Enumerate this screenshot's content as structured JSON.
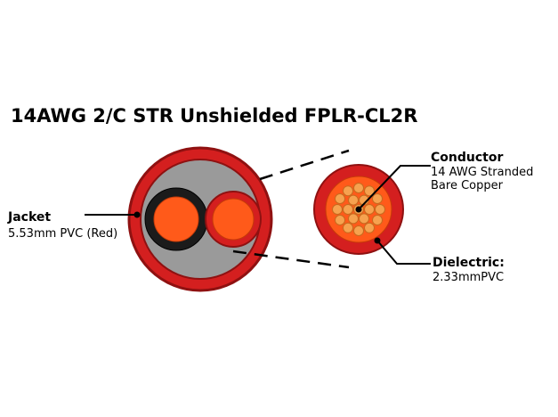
{
  "title": "14AWG 2/C STR Unshielded FPLR-CL2R",
  "jacket": {
    "heading": "Jacket",
    "detail": "5.53mm PVC (Red)"
  },
  "conductor": {
    "heading": "Conductor",
    "detail_line1": "14 AWG Stranded",
    "detail_line2": "Bare Copper"
  },
  "dielectric": {
    "heading": "Dielectric:",
    "detail": "2.33mmPVC"
  },
  "colors": {
    "jacket_red": "#d41f1f",
    "jacket_dark": "#8f1111",
    "filler_gray": "#9a9a9a",
    "conductor_orange": "#ff5a1a",
    "strand_orange": "#f6a24f",
    "insulation_black": "#1b1b1b"
  }
}
